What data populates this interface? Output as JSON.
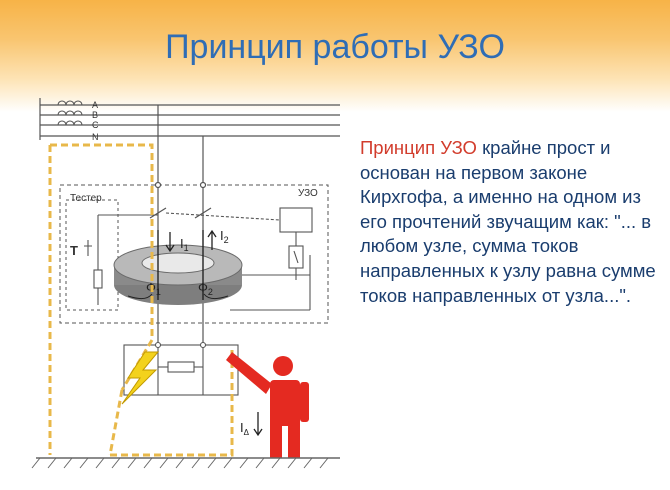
{
  "slide": {
    "title": "Принцип работы УЗО",
    "body": {
      "accent": "Принцип УЗО",
      "rest": " крайне прост и основан на первом законе Кирхгофа, а именно на одном из его прочтений звучащим как: \"... в любом узле, сумма токов направленных к узлу равна сумме токов направленных от узла...\"."
    }
  },
  "diagram": {
    "phase_labels": [
      "A",
      "B",
      "C",
      "N"
    ],
    "tester_label": "Тестер",
    "device_label": "УЗО",
    "t_label": "Т",
    "current_1": "I",
    "current_1_sub": "1",
    "current_2": "I",
    "current_2_sub": "2",
    "flux_1": "Ф",
    "flux_1_sub": "1",
    "flux_2": "Ф",
    "flux_2_sub": "2",
    "leak_current": "I",
    "leak_current_sub": "Δ"
  },
  "colors": {
    "title": "#2f6db5",
    "body_text": "#1a3d6e",
    "accent": "#d23c2c",
    "ground_path": "#e8b84a",
    "person": "#e42a21",
    "spark": "#f3d21c"
  }
}
